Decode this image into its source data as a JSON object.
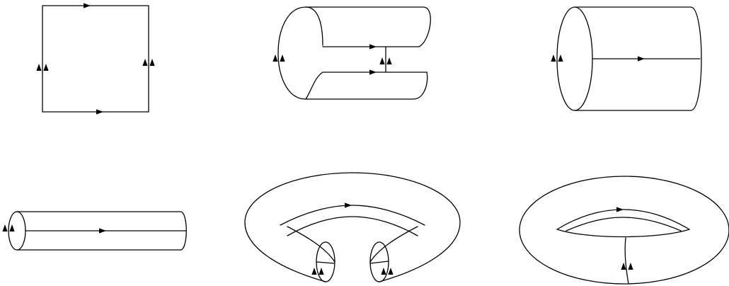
{
  "diagram": {
    "kind": "torus-construction-sequence",
    "stroke_color": "#000000",
    "background_color": "#ffffff",
    "steps": [
      {
        "id": "square-with-identified-edges"
      },
      {
        "id": "square-rolled-into-open-tube"
      },
      {
        "id": "cylinder"
      },
      {
        "id": "cylinder-stretched"
      },
      {
        "id": "cylinder-bent-open-torus"
      },
      {
        "id": "torus"
      }
    ]
  }
}
